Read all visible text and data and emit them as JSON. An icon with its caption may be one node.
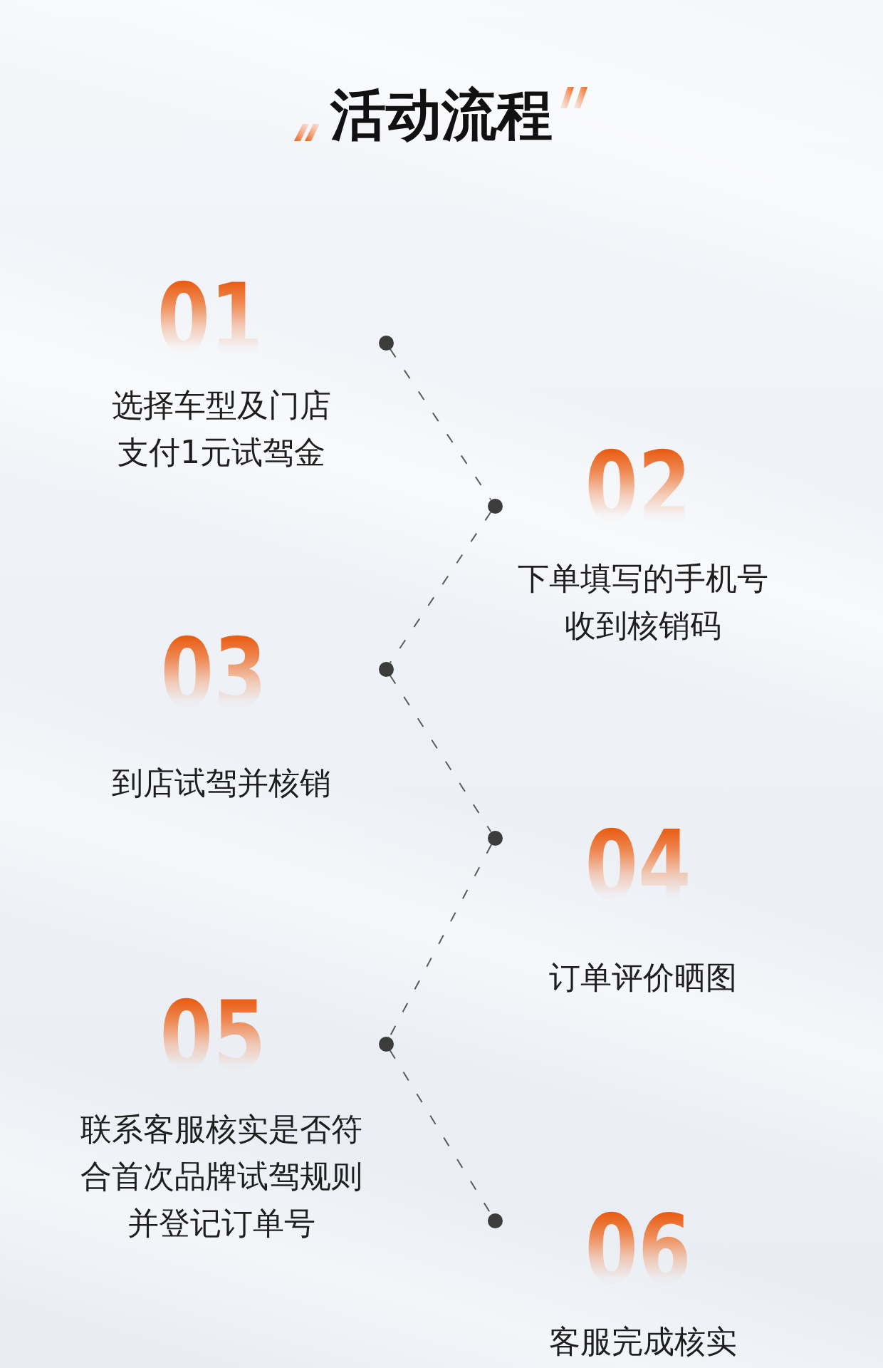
{
  "diagram": {
    "title": "活动流程",
    "nodes": [
      {
        "text": [],
        "shape": "circle",
        "beside": [
          "01",
          "选择车型及门店支付1元试驾金"
        ]
      },
      {
        "text": [],
        "shape": "circle",
        "beside": [
          "02",
          "下单填写的手机号收到核销码"
        ]
      },
      {
        "text": [],
        "shape": "circle",
        "beside": [
          "03",
          "到店试驾并核销"
        ]
      },
      {
        "text": [],
        "shape": "circle",
        "beside": [
          "04",
          "订单评价晒图"
        ]
      },
      {
        "text": [],
        "shape": "circle",
        "beside": [
          "05",
          "联系客服核实是否符合首次品牌试驾规则并登记订单号"
        ]
      },
      {
        "text": [],
        "shape": "circle",
        "beside": [
          "06",
          "客服完成核实"
        ]
      }
    ],
    "edges": [
      {
        "from": 0,
        "to": 1,
        "arrow": "none",
        "style": "dashed"
      },
      {
        "from": 1,
        "to": 2,
        "arrow": "none",
        "style": "dashed"
      },
      {
        "from": 2,
        "to": 3,
        "arrow": "none",
        "style": "dashed"
      },
      {
        "from": 3,
        "to": 4,
        "arrow": "none",
        "style": "dashed"
      },
      {
        "from": 4,
        "to": 5,
        "arrow": "none",
        "style": "dashed"
      }
    ]
  }
}
